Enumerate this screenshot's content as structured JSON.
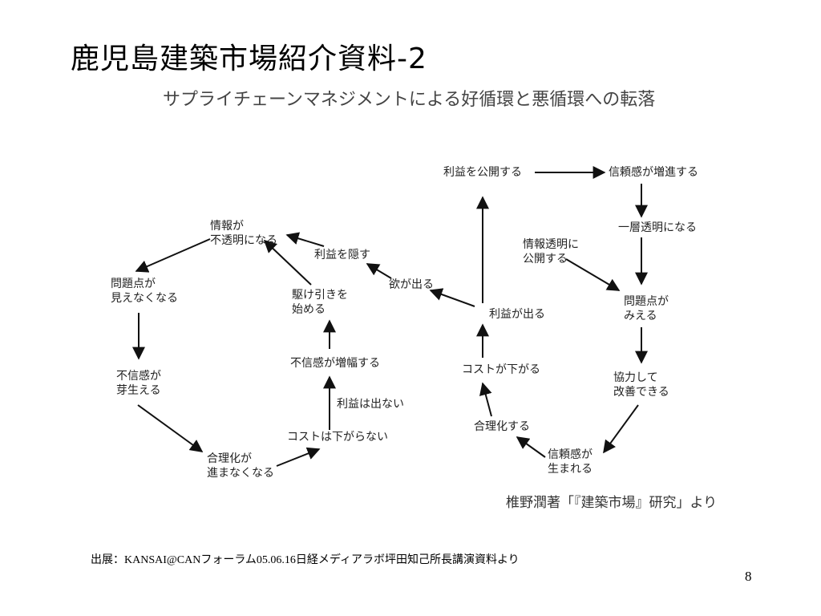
{
  "slide": {
    "title": "鹿児島建築市場紹介資料-2",
    "page_number": "8",
    "source": "出展：KANSAI@CANフォーラム05.06.16日経メディアラボ坪田知己所長講演資料より"
  },
  "diagram": {
    "title": "サプライチェーンマネジメントによる好循環と悪循環への転落",
    "credit": "椎野潤著「『建築市場』研究」より",
    "nodes": {
      "info_opaque": [
        "情報が",
        "不透明になる"
      ],
      "hide_profit": [
        "利益を隠す"
      ],
      "problems_hidden": [
        "問題点が",
        "見えなくなる"
      ],
      "start_scramble": [
        "駆け引きを",
        "始める"
      ],
      "greed": [
        "欲が出る"
      ],
      "distrust_sprouts": [
        "不信感が",
        "芽生える"
      ],
      "distrust_grows": [
        "不信感が増幅する"
      ],
      "no_profit": [
        "利益は出ない"
      ],
      "cost_not_down": [
        "コストは下がらない"
      ],
      "rationalization_stalls": [
        "合理化が",
        "進まなくなる"
      ],
      "publish_profit": [
        "利益を公開する"
      ],
      "trust_up": [
        "信頼感が増進する"
      ],
      "more_transparent": [
        "一層透明になる"
      ],
      "publish_info": [
        "情報透明に",
        "公開する"
      ],
      "problems_visible": [
        "問題点が",
        "みえる"
      ],
      "profit_appears": [
        "利益が出る"
      ],
      "cost_down": [
        "コストが下がる"
      ],
      "cooperate_improve": [
        "協力して",
        "改善できる"
      ],
      "rationalize": [
        "合理化する"
      ],
      "trust_born": [
        "信頼感が",
        "生まれる"
      ]
    }
  }
}
